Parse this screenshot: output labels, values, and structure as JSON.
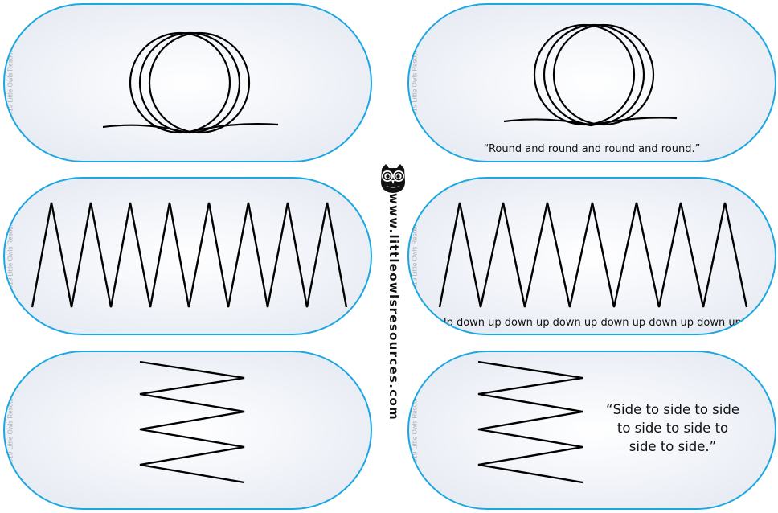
{
  "copyright_text": "© 2019 Little Owls Resources",
  "website": "www.littleowlsresources.com",
  "cards": [
    {
      "id": "loop-plain",
      "caption": ""
    },
    {
      "id": "loop-captioned",
      "caption": "“Round and round and round and round.”"
    },
    {
      "id": "zigzag-plain",
      "caption": ""
    },
    {
      "id": "zigzag-captioned",
      "caption": "“Up down up down up down up down up down up down up.”"
    },
    {
      "id": "side-plain",
      "caption": ""
    },
    {
      "id": "side-captioned",
      "caption_lines": [
        "“Side to side to side",
        "to side to side to",
        "side to side.”"
      ]
    }
  ],
  "colors": {
    "border": "#1ba7e1",
    "stroke": "#000000",
    "copyright": "#a9adb5"
  }
}
